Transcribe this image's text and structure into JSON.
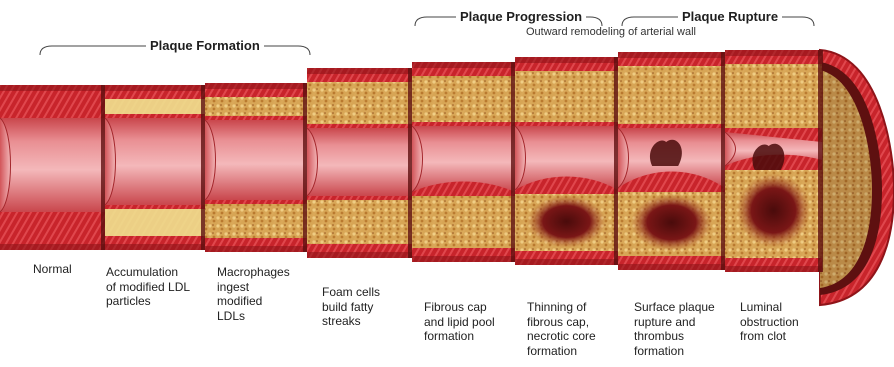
{
  "phases": {
    "formation": "Plaque Formation",
    "progression": "Plaque Progression",
    "rupture": "Plaque Rupture"
  },
  "remodel_note": "Outward remodeling of arterial wall",
  "stages": [
    {
      "caption": "Normal",
      "plaque": "none"
    },
    {
      "caption": "Accumulation\nof modified LDL\nparticles",
      "plaque": "ldl"
    },
    {
      "caption": "Macrophages\ningest\nmodified\nLDLs",
      "plaque": "macrophage"
    },
    {
      "caption": "Foam cells\nbuild fatty\nstreaks",
      "plaque": "foam"
    },
    {
      "caption": "Fibrous cap\nand lipid pool\nformation",
      "plaque": "lipid-pool"
    },
    {
      "caption": "Thinning of\nfibrous cap,\nnecrotic core\nformation",
      "plaque": "necrotic"
    },
    {
      "caption": "Surface plaque\nrupture and\nthrombus\nformation",
      "plaque": "rupture"
    },
    {
      "caption": "Luminal\nobstruction\nfrom clot",
      "plaque": "obstruction"
    }
  ],
  "colors": {
    "wall": "#c8242b",
    "wall_dark": "#8f1419",
    "lumen": "#e58a8e",
    "plaque_yellow": "#e8d27a",
    "plaque_ochre": "#c99a3c",
    "necrotic": "#5e0f0f",
    "clot": "#4a0b0b"
  }
}
